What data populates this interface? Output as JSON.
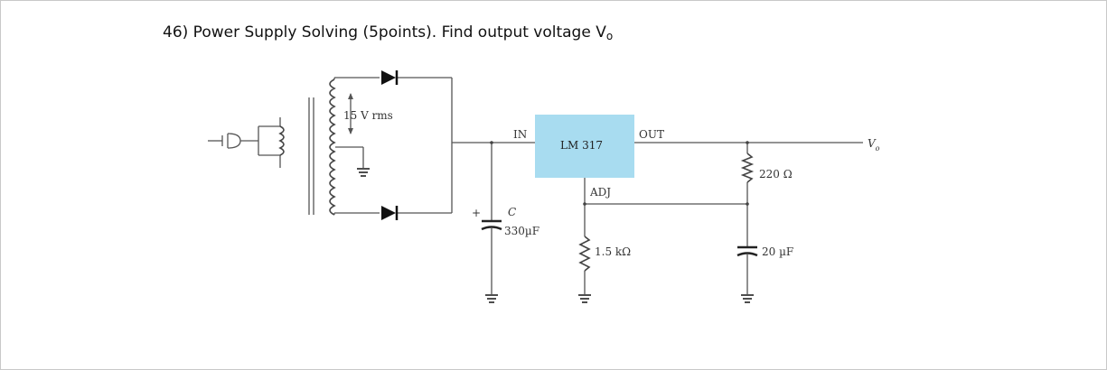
{
  "question": {
    "text": "46) Power Supply Solving (5points). Find output voltage V",
    "subscript": "o"
  },
  "circuit": {
    "transformer_label": "15 V rms",
    "regulator": {
      "name": "LM 317",
      "in_label": "IN",
      "out_label": "OUT",
      "adj_label": "ADJ",
      "fill_color": "#a8dcf0"
    },
    "capacitor_c": {
      "symbol": "C",
      "value": "330µF",
      "polarity": "+"
    },
    "resistor_r1": {
      "value": "220 Ω"
    },
    "resistor_r2": {
      "value": "1.5 kΩ"
    },
    "capacitor_adj": {
      "value": "20 µF"
    },
    "output_label": {
      "main": "V",
      "sub": "o"
    }
  }
}
